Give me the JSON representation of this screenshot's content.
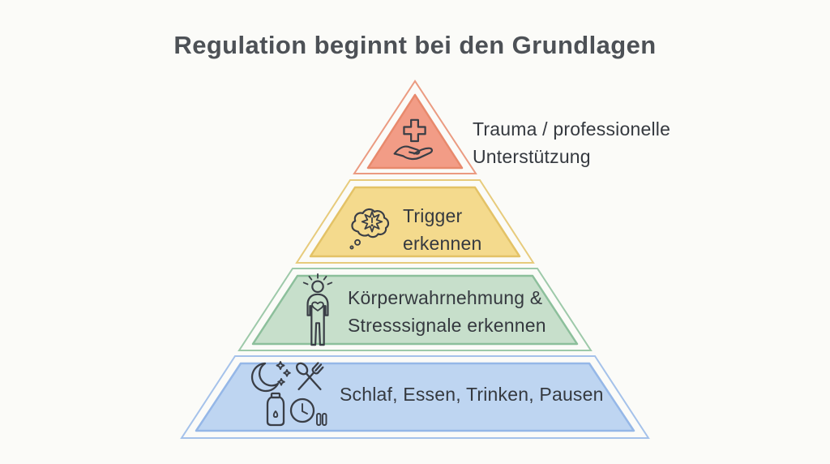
{
  "title": "Regulation beginnt bei den Grundlagen",
  "colors": {
    "background": "#fbfbf8",
    "title_text": "#4d5156",
    "body_text": "#35393f",
    "icon_stroke": "#3a3e46"
  },
  "pyramid": {
    "levels": [
      {
        "name": "trauma-support",
        "icon": "hand-holding-cross-icon",
        "line1": "Trauma / professionelle",
        "line2": "Unterstützung",
        "fill": "#f29c86",
        "border": "#e8896c"
      },
      {
        "name": "trigger",
        "icon": "thought-bubble-alert-icon",
        "line1": "Trigger",
        "line2": "erkennen",
        "fill": "#f4da8d",
        "border": "#e3c266"
      },
      {
        "name": "koerperwahrnehmung",
        "icon": "body-heart-icon",
        "line1": "Körperwahrnehmung &",
        "line2": "Stresssignale erkennen",
        "fill": "#c7dfcb",
        "border": "#8cbf9b"
      },
      {
        "name": "grundlagen",
        "icon": "sleep-food-drink-break-icons",
        "line1": "Schlaf, Essen, Trinken, Pausen",
        "line2": "",
        "fill": "#bed5f1",
        "border": "#95b7e7"
      }
    ]
  }
}
